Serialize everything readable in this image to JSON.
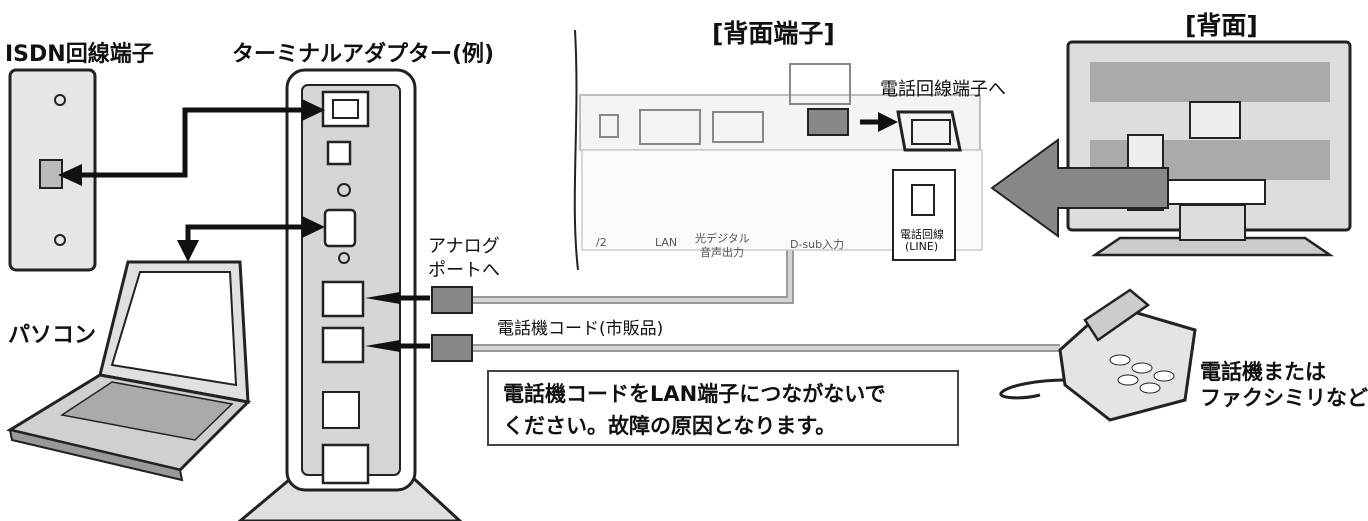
{
  "labels": {
    "isdn_port": "ISDN回線端子",
    "terminal_adapter": "ターミナルアダプター(例)",
    "rear_terminals": "[背面端子]",
    "rear": "[背面]",
    "to_phone_line": "電話回線端子へ",
    "analog_port_line1": "アナログ",
    "analog_port_line2": "ポートへ",
    "pc": "パソコン",
    "phone_cord": "電話機コード(市販品)",
    "phone_or_fax_line1": "電話機または",
    "phone_or_fax_line2": "ファクシミリなど"
  },
  "warning": {
    "line1": "電話機コードをLAN端子につながないで",
    "line2": "ください。故障の原因となります。"
  },
  "panel_labels": {
    "lan": "LAN",
    "optical_line1": "光デジタル",
    "optical_line2": "音声出力",
    "dsub": "D-sub入力",
    "phone_line1": "電話回線",
    "phone_line2": "(LINE)",
    "partial_left": "/2"
  }
}
